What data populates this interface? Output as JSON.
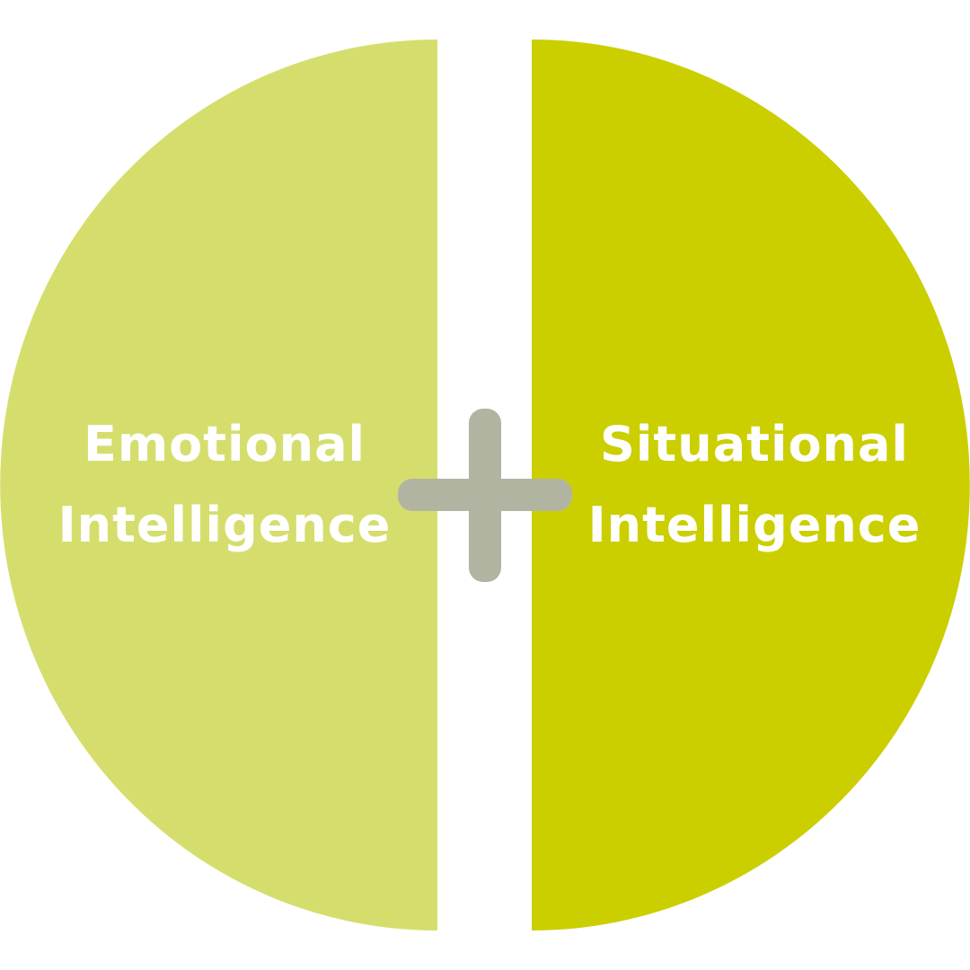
{
  "left": {
    "line1": "Emotional",
    "line2": "Intelligence",
    "color": "#d5de6d"
  },
  "right": {
    "line1": "Situational",
    "line2": "Intelligence",
    "color": "#cbcf00"
  },
  "plus": {
    "icon": "plus-icon",
    "color": "#b2b4a2"
  }
}
